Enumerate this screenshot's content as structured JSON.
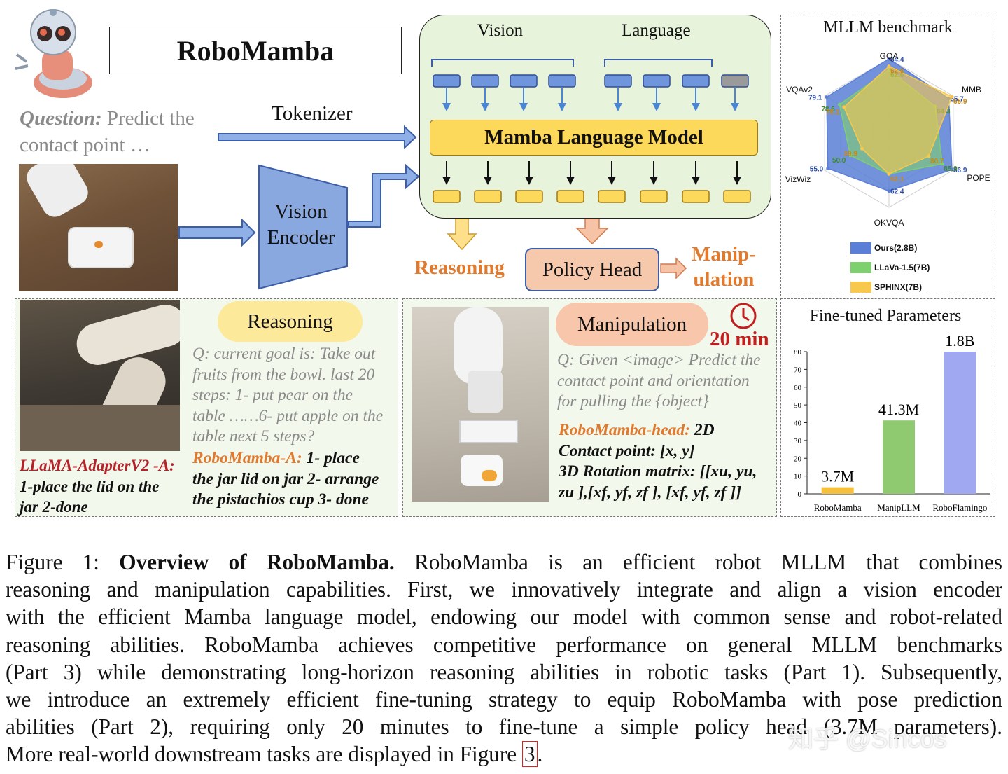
{
  "title": "RoboMamba",
  "question": {
    "label": "Question:",
    "text": "Predict the",
    "text2": "contact point …"
  },
  "tokenizer": "Tokenizer",
  "vision_encoder": {
    "line1": "Vision",
    "line2": "Encoder"
  },
  "model_box": {
    "vision_label": "Vision",
    "language_label": "Language",
    "mamba_label": "Mamba Language Model"
  },
  "reasoning_out": "Reasoning",
  "policy_head": "Policy Head",
  "manipulation_out": {
    "line1": "Manip-",
    "line2": "ulation"
  },
  "reasoning_panel": {
    "pill": "Reasoning",
    "left_label": "LLaMA-AdapterV2 -A:",
    "left_text": [
      "1-place the lid on the",
      "jar 2-done"
    ],
    "question": [
      "Q: current goal is: Take out",
      "fruits from the bowl. last 20",
      "steps: 1- put pear on the",
      "table ……6- put apple on the",
      "table  next 5 steps?"
    ],
    "answer_label": "RoboMamba-A:",
    "answer_first": "1- place",
    "answer_lines": [
      "the jar lid on jar 2- arrange",
      "the  pistachios cup 3- done"
    ]
  },
  "manipulation_panel": {
    "pill": "Manipulation",
    "time": "20 min",
    "question": [
      "Q: Given <image> Predict the",
      "contact point and orientation",
      "for pulling the {object}"
    ],
    "head_label": "RoboMamba-head:",
    "head_first": "2D",
    "lines": [
      "Contact point: [x, y]",
      "3D Rotation matrix: [[xu, yu,",
      "zu ],[xf, yf, zf ], [xf, yf, zf ]]"
    ]
  },
  "radar": {
    "title": "MLLM benchmark",
    "axes": [
      "GQA",
      "MMB",
      "POPE",
      "OKVQA",
      "VizWiz",
      "VQAv2"
    ],
    "legend": [
      {
        "name": "Ours(2.8B)",
        "color": "#5b7fd6"
      },
      {
        "name": "LLaVa-1.5(7B)",
        "color": "#7ecf6e"
      },
      {
        "name": "SPHINX(7B)",
        "color": "#f7c84d"
      }
    ],
    "series": [
      {
        "name": "Ours(2.8B)",
        "labels": [
          "64.4",
          "65.7",
          "86.9",
          "62.4",
          "55.0",
          "79.1"
        ],
        "r": [
          1.0,
          0.93,
          0.98,
          0.78,
          0.95,
          0.97
        ]
      },
      {
        "name": "LLaVa-1.5(7B)",
        "labels": [
          "62.0",
          "64.3",
          "85.9",
          "",
          "50.0",
          "78.5"
        ],
        "r": [
          0.85,
          0.72,
          0.83,
          0.55,
          0.6,
          0.77
        ]
      },
      {
        "name": "SPHINX(7B)",
        "labels": [
          "62.6",
          "66.9",
          "80.7",
          "62.1",
          "39.9",
          "78.1"
        ],
        "r": [
          0.9,
          0.98,
          0.62,
          0.55,
          0.42,
          0.7
        ]
      }
    ]
  },
  "chart_data": {
    "type": "bar",
    "title": "Fine-tuned Parameters",
    "categories": [
      "RoboMamba",
      "ManipLLM",
      "RoboFlamingo"
    ],
    "values": [
      3.7,
      41.3,
      80
    ],
    "value_labels": [
      "3.7M",
      "41.3M",
      "1.8B"
    ],
    "colors": [
      "#f5c03c",
      "#8fc970",
      "#9fa8f0"
    ],
    "ylim": [
      0,
      80
    ],
    "yticks": [
      0,
      10,
      20,
      30,
      40,
      50,
      60,
      70,
      80
    ]
  },
  "caption": {
    "fig": "Figure 1:",
    "bold": "Overview of RoboMamba.",
    "lines": [
      " RoboMamba is an efficient robot MLLM that combines",
      "reasoning and manipulation capabilities. First, we innovatively integrate and align a vision encoder",
      "with the efficient Mamba language model, endowing our model with common sense and robot-related",
      "reasoning abilities. RoboMamba achieves competitive performance on general MLLM benchmarks",
      "(Part 3) while demonstrating long-horizon reasoning abilities in robotic tasks (Part 1). Subsequently,",
      "we introduce an extremely efficient fine-tuning strategy to equip RoboMamba with pose prediction",
      "abilities (Part 2), requiring only 20 minutes to fine-tune a simple policy head (3.7M parameters).",
      "More real-world downstream tasks are displayed in Figure "
    ],
    "ref": "3",
    "end": "."
  },
  "watermark": "知乎 @Sincos"
}
